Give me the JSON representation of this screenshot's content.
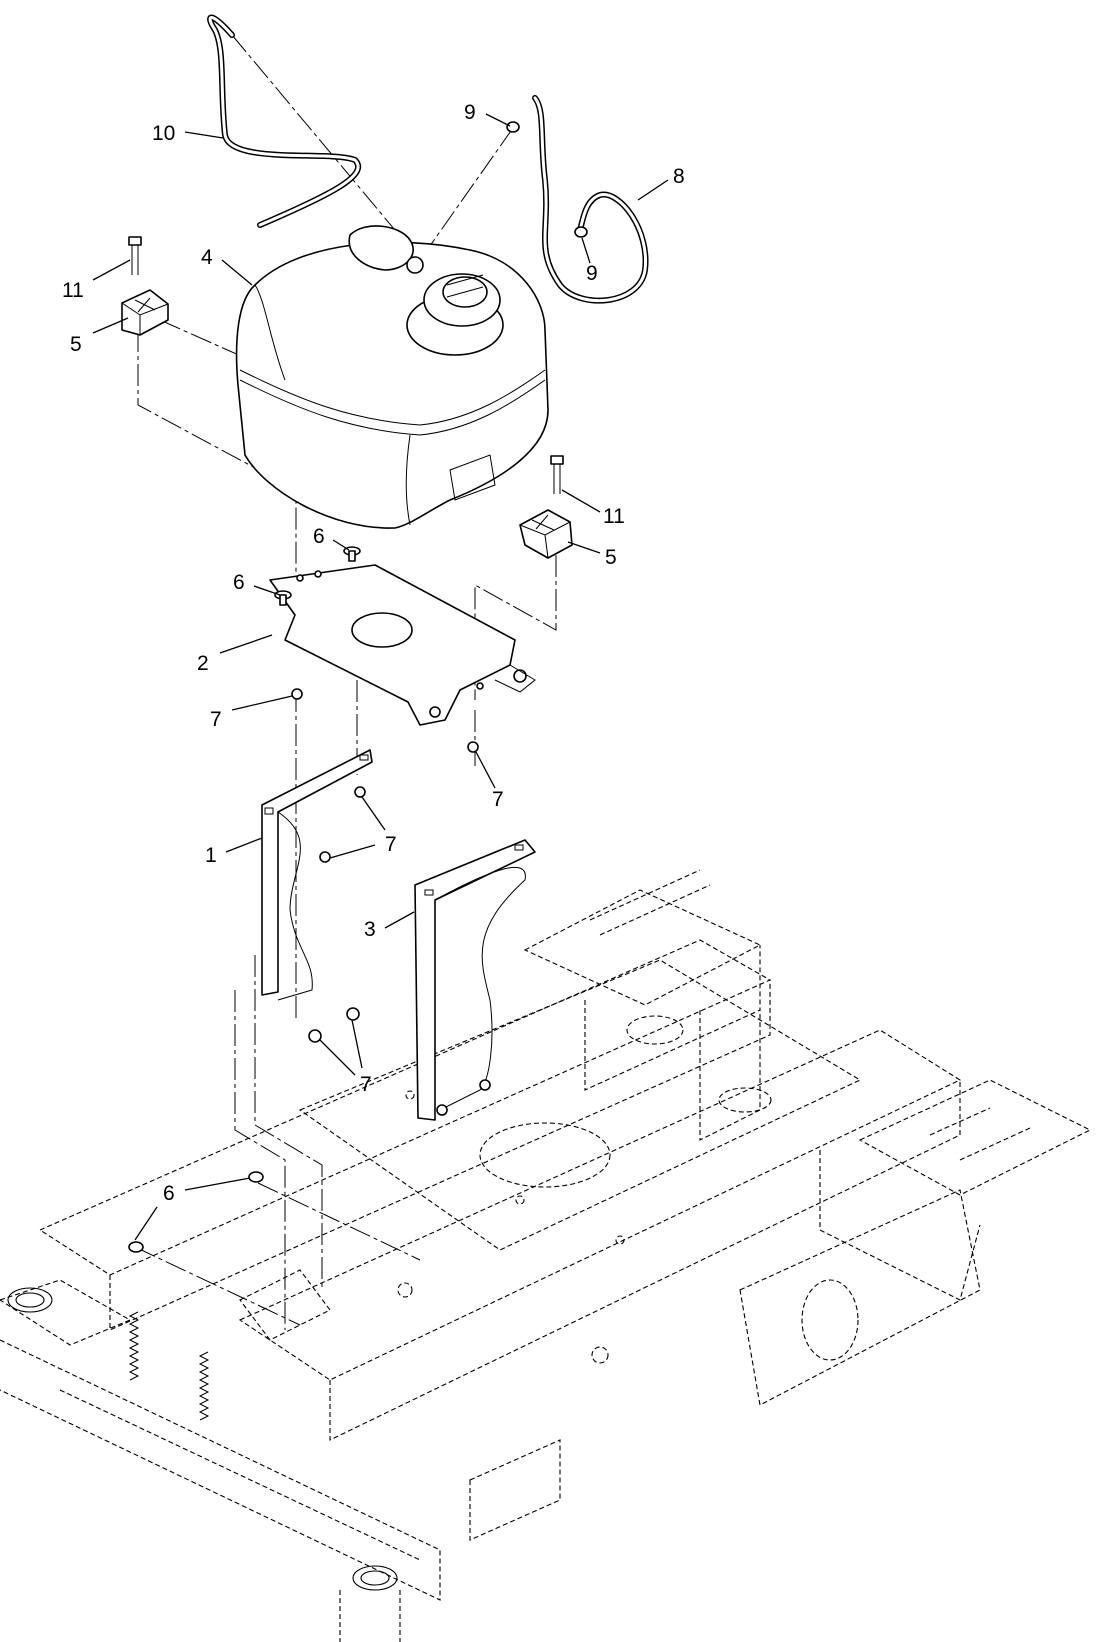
{
  "callouts": [
    {
      "id": "c1",
      "label": "1"
    },
    {
      "id": "c2",
      "label": "2"
    },
    {
      "id": "c3",
      "label": "3"
    },
    {
      "id": "c4",
      "label": "4"
    },
    {
      "id": "c5a",
      "label": "5"
    },
    {
      "id": "c5b",
      "label": "5"
    },
    {
      "id": "c6a",
      "label": "6"
    },
    {
      "id": "c6b",
      "label": "6"
    },
    {
      "id": "c6c",
      "label": "6"
    },
    {
      "id": "c7a",
      "label": "7"
    },
    {
      "id": "c7b",
      "label": "7"
    },
    {
      "id": "c7c",
      "label": "7"
    },
    {
      "id": "c7d",
      "label": "7"
    },
    {
      "id": "c8",
      "label": "8"
    },
    {
      "id": "c9a",
      "label": "9"
    },
    {
      "id": "c9b",
      "label": "9"
    },
    {
      "id": "c10",
      "label": "10"
    },
    {
      "id": "c11a",
      "label": "11"
    },
    {
      "id": "c11b",
      "label": "11"
    }
  ]
}
